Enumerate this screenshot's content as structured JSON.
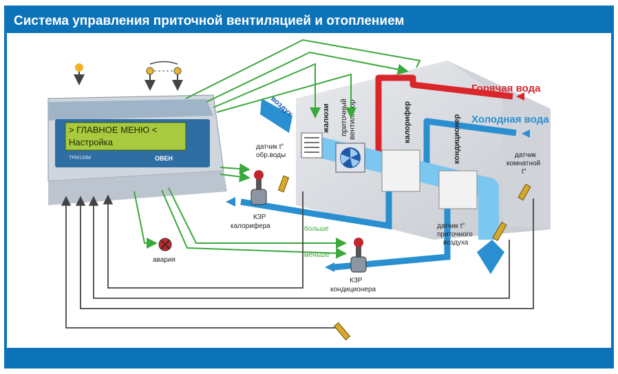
{
  "header": {
    "title": "Система управления приточной вентиляцией и отоплением"
  },
  "controller": {
    "display_line1": "> ГЛАВНОЕ МЕНЮ <",
    "display_line2": "Настройка",
    "model": "ТРМ133М",
    "brand": "ОВЕН"
  },
  "labels": {
    "hot_water": "Горячая вода",
    "cold_water": "Холодная вода",
    "air_in": "воздух",
    "louvers": "жалюзи",
    "supply_fan_1": "приточный",
    "supply_fan_2": "вентилятор",
    "heater": "калорифер",
    "conditioner": "кондиционер",
    "return_water_sensor_1": "датчик t°",
    "return_water_sensor_2": "обр.воды",
    "room_sensor_1": "датчик",
    "room_sensor_2": "комнатной",
    "room_sensor_3": "t°",
    "heater_valve_1": "КЗР",
    "heater_valve_2": "калорифера",
    "more": "больше",
    "less": "меньше",
    "cond_valve_1": "КЗР",
    "cond_valve_2": "кондиционера",
    "supply_air_sensor_1": "датчик t°",
    "supply_air_sensor_2": "приточного",
    "supply_air_sensor_3": "воздуха",
    "alarm": "авария"
  },
  "colors": {
    "frame_blue": "#0d73b8",
    "hot_pipe": "#d9262b",
    "cold_pipe": "#2a8fd0",
    "signal_line": "#3aa83a",
    "return_line": "#444444",
    "house": "#d8dade",
    "controller_body": "#cfd6de",
    "display_bg": "#a9c93f"
  }
}
